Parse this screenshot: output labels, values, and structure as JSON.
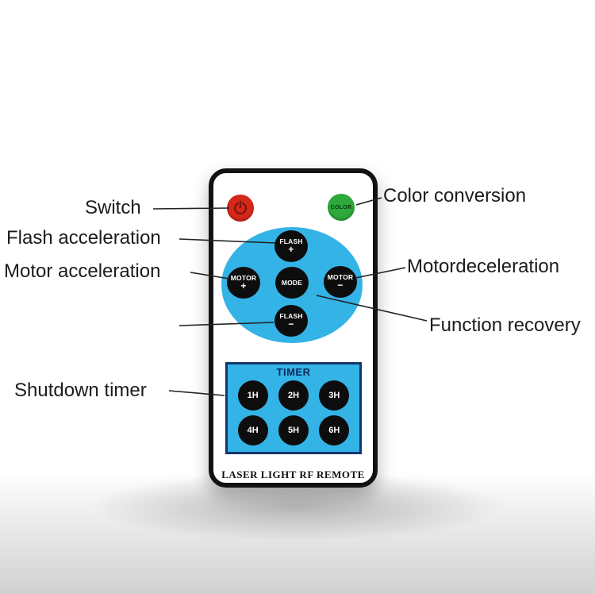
{
  "annotations": {
    "switch": "Switch",
    "flash_acceleration": "Flash acceleration",
    "motor_acceleration": "Motor acceleration",
    "shutdown_timer": "Shutdown timer",
    "color_conversion": "Color conversion",
    "motor_deceleration": "Motordeceleration",
    "function_recovery": "Function recovery"
  },
  "remote": {
    "color_button_label": "COLOR",
    "buttons": {
      "flash_plus": {
        "label": "FLASH",
        "sign": "+"
      },
      "motor_plus": {
        "label": "MOTOR",
        "sign": "+"
      },
      "mode": {
        "label": "MODE"
      },
      "motor_minus": {
        "label": "MOTOR",
        "sign": "−"
      },
      "flash_minus": {
        "label": "FLASH",
        "sign": "−"
      }
    },
    "timer": {
      "title": "TIMER",
      "buttons": [
        "1H",
        "2H",
        "3H",
        "4H",
        "5H",
        "6H"
      ]
    },
    "footer": "LASER LIGHT RF REMOTE"
  },
  "colors": {
    "accent_blue": "#34b3e6",
    "button_black": "#0d0d0d",
    "power_red": "#d6281a",
    "color_green": "#2ea93b",
    "timer_border": "#14366e"
  }
}
